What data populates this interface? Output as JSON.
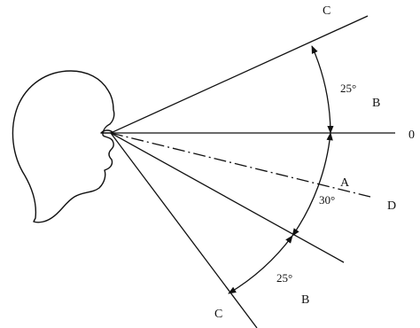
{
  "labels": {
    "c_top": "C",
    "b_top": "B",
    "zero": "0",
    "a": "A",
    "d": "D",
    "b_bottom": "B",
    "c_bottom": "C"
  },
  "angles": {
    "upper": "25°",
    "middle": "30°",
    "lower": "25°"
  },
  "icons": {
    "head": "human-head-profile-icon",
    "arrow": "arrowhead-icon"
  }
}
